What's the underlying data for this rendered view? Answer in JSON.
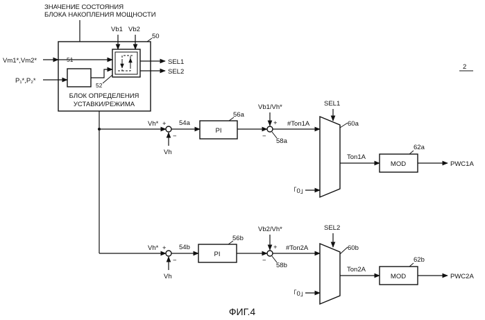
{
  "top_note": {
    "line1": "ЗНАЧЕНИЕ СОСТОЯНИЯ",
    "line2": "БЛОКА НАКОПЛЕНИЯ МОЩНОСТИ"
  },
  "setpoint_block": {
    "ref": "50",
    "caption_line1": "БЛОК ОПРЕДЕЛЕНИЯ",
    "caption_line2": "УСТАВКИ/РЕЖИМА",
    "sub_ref_51": "51",
    "sub_ref_52": "52",
    "in_vb1": "Vb1",
    "in_vb2": "Vb2",
    "in_vm": "Vm1*,Vm2*",
    "in_p": "P₁*,P₂*",
    "out_sel1": "SEL1",
    "out_sel2": "SEL2"
  },
  "figure_ref": "2",
  "channel_a": {
    "sum_in": "Vh*",
    "plus": "+",
    "minus": "−",
    "sum_ref": "54a",
    "feedback": "Vh",
    "pi_label": "PI",
    "pi_ref": "56a",
    "ratio_in": "Vb1/Vh*",
    "sum2_plus": "+",
    "sum2_minus": "−",
    "sum2_ref": "58a",
    "ton_hash": "#Ton1A",
    "sel_label": "SEL1",
    "mux_ref": "60a",
    "zero_in": "「0」",
    "ton_out": "Ton1A",
    "mod_label": "MOD",
    "mod_ref": "62a",
    "pwc_out": "PWC1A"
  },
  "channel_b": {
    "sum_in": "Vh*",
    "plus": "+",
    "minus": "−",
    "sum_ref": "54b",
    "feedback": "Vh",
    "pi_label": "PI",
    "pi_ref": "56b",
    "ratio_in": "Vb2/Vh*",
    "sum2_plus": "+",
    "sum2_minus": "−",
    "sum2_ref": "58b",
    "ton_hash": "#Ton2A",
    "sel_label": "SEL2",
    "mux_ref": "60b",
    "zero_in": "「0」",
    "ton_out": "Ton2A",
    "mod_label": "MOD",
    "mod_ref": "62b",
    "pwc_out": "PWC2A"
  },
  "caption": "ФИГ.4"
}
